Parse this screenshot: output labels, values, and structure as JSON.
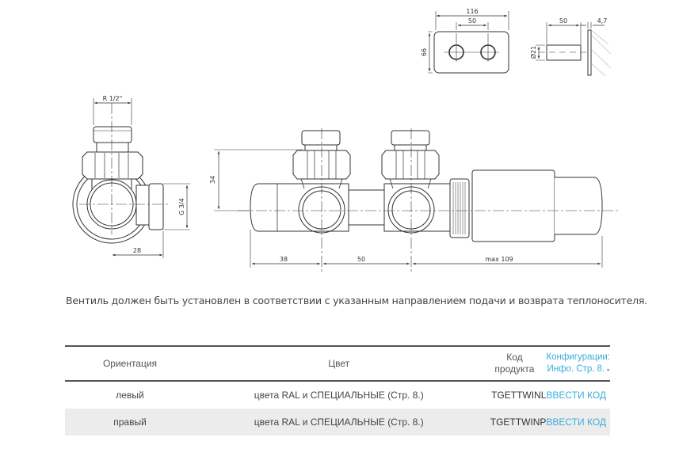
{
  "dimensions": {
    "plate_width": "116",
    "plate_hole_spacing": "50",
    "plate_height": "66",
    "side_depth": "50",
    "wall_thickness": "4,7",
    "pipe_diameter": "Ø21",
    "thread_top": "R 1/2\"",
    "thread_side": "G 3/4",
    "side_offset": "28",
    "height": "34",
    "left_offset": "38",
    "center_spacing": "50",
    "head_length": "max 109"
  },
  "note": "Вентиль должен быть установлен в соответствии с указанным направлением подачи и возврата теплоносителя.",
  "table": {
    "headers": {
      "orientation": "Ориентация",
      "color": "Цвет",
      "code_line1": "Код",
      "code_line2": "продукта",
      "config_line1": "Конфигурации:",
      "config_line2": "Инфо. Стр. 8.",
      "config_arrow": "▸"
    },
    "rows": [
      {
        "orientation": "левый",
        "color": "цвета RAL и СПЕЦИАЛЬНЫЕ (Стр. 8.)",
        "code": "TGETTWINL",
        "action": "ВВЕСТИ КОД"
      },
      {
        "orientation": "правый",
        "color": "цвета RAL и СПЕЦИАЛЬНЫЕ (Стр. 8.)",
        "code": "TGETTWINP",
        "action": "ВВЕСТИ КОД"
      }
    ]
  },
  "colors": {
    "accent": "#3aaed8",
    "line": "#333333"
  }
}
